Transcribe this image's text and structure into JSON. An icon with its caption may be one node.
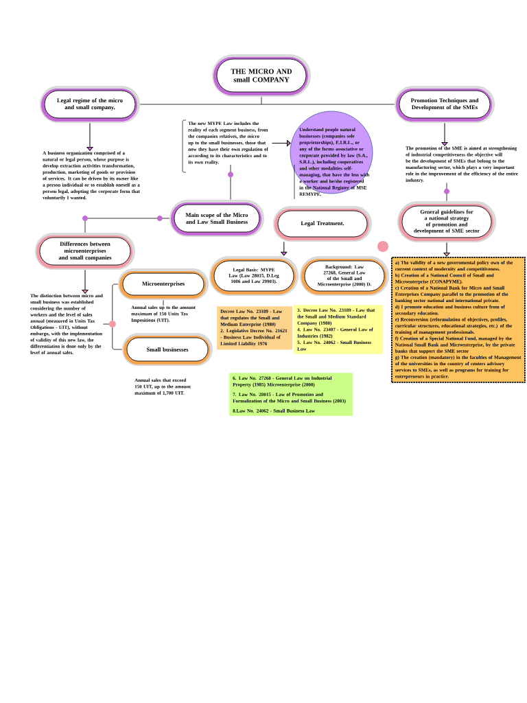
{
  "diagram": {
    "nodes": [
      {
        "text": [
          "THE MICRO AND small COMPANY"
        ]
      },
      {
        "text": [
          "Legal regime of the micro and small company."
        ]
      },
      {
        "text": [
          "Promotion Techniques and Development of the SMEs"
        ]
      },
      {
        "text": [
          "A business organization comprised of a natural or legal person, whose purpose is develop extraction activities transformation, production, marketing of goods or provision of services. It can be driven by its owner like a person individual or to establish oneself as a person legal, adopting the corporate form that voluntarily I wanted."
        ]
      },
      {
        "text": [
          "The new MYPE Law includes the reality of each segment business, from the companies relatives, the micro up to the small businesses, those that now they have their own regulation of according to its characteristics and to its own reality."
        ]
      },
      {
        "text": [
          "Understand people natural businesses (companies sole proprietorships), E.I.R.L., or any of the forms associative or corporate provided by law (S.A., S.R.L.), including cooperatives and other modalities self-managing, that have the less with a worker and he/she registered in the National Register of MSE REMYPE."
        ]
      },
      {
        "text": [
          "Main scope of the Micro and Law Small Business"
        ]
      },
      {
        "text": [
          "The promotion of the SME is aimed at strengthening of industrial competitiveness the objective will be the development of SMEs that belong to the manufacturing sector, which plays a very important role in the improvement of the efficiency of the entire industry."
        ]
      },
      {
        "text": [
          "Legal Treatment."
        ]
      },
      {
        "text": [
          "General guidelines for a national strategy of promotion and development of SME sector"
        ]
      },
      {
        "text": [
          "Differences between microenterprises and small companies"
        ]
      },
      {
        "text": [
          "Legal Basis: MYPE Law (Law 28015, D.Leg 1086 and Law 29903)."
        ]
      },
      {
        "text": [
          "Background: Law 27268, General Law of the Small and Microenterprise (2000) D."
        ]
      },
      {
        "text": [
          "Microenterprises"
        ]
      },
      {
        "text": [
          "The distinction between micro and small business was established considering the number of workers and the level of sales annual (measured in Units Tax Obligations - UIT), without embargo, with the implementation of validity of this new law, the differentiation is done only by the level of annual sales."
        ]
      },
      {
        "text": [
          "Annual sales up to the amount maximum of 150 Units Tax Impositions (UIT)."
        ]
      },
      {
        "text": [
          "Small businesses"
        ]
      },
      {
        "text": [
          "Decree Law No. 23189 - Law that regulates the Small and Medium Enterprise (1980)",
          "2. Legislative Decree No. 21621 - Business Law Individual of Limited Liability 1976"
        ]
      },
      {
        "text": [
          "3. Decree Law No. 23189 - Law that the Small and Medium Standard Company (1980)",
          "4. Law No. 23407 - General Law of Industries (1982)",
          "5. Law No. 24062 - Small Business Law"
        ]
      },
      {
        "text": [
          "6. Law No. 27268 - General Law on Industrial Property (1985) Microenterprise (2000)",
          "7. Law No. 28015 - Law of Promotion and Formalization of the Micro and Small Business (2003)",
          "8.Law No. 24062 - Small Business Law"
        ]
      },
      {
        "text": [
          "Annual sales that exceed 150 UIT, up to the amount maximum of 1,700 UIT."
        ]
      },
      {
        "text": [
          "a) The validity of a new governmental policy own of the current context of modernity and competitiveness.",
          "b) Creation of a National Council of Small and Microenterprise (CONAPYME).",
          "c) Creation of a National Bank for Micro and Small Enterprises Company parallel to the promotion of the banking sector national and international private.",
          "d) I promote education and business culture from of secondary education.",
          "e) Reconversion (reformulation of objectives, profiles, curricular structures, educational strategies, etc.) of the training of management professionals.",
          "f) Creation of a Special National Fund, managed by the National Small Bank and Microenterprise, by the private banks that support the SME sector",
          "g) The creation (mandatory) in the faculties of Management of the universities in the country of centers advisory services to SMEs, as well as programs for training for entrepreneurs in practice."
        ]
      }
    ],
    "edges": [
      {
        "from": 0,
        "to": 1,
        "arrow": "none"
      },
      {
        "from": 0,
        "to": 2,
        "arrow": "none"
      },
      {
        "from": 1,
        "to": 3,
        "arrow": "to"
      },
      {
        "from": 2,
        "to": 7,
        "arrow": "to"
      },
      {
        "from": 4,
        "to": 5,
        "arrow": "to"
      },
      {
        "from": 4,
        "to": 6,
        "arrow": "none"
      },
      {
        "from": 6,
        "to": 10,
        "arrow": "none"
      },
      {
        "from": 7,
        "to": 9,
        "arrow": "none"
      },
      {
        "from": 8,
        "to": 11,
        "arrow": "to"
      },
      {
        "from": 9,
        "to": 21,
        "arrow": "to"
      },
      {
        "from": 10,
        "to": 14,
        "arrow": "to"
      },
      {
        "from": 14,
        "to": 13,
        "arrow": "none"
      },
      {
        "from": 14,
        "to": 16,
        "arrow": "none"
      },
      {
        "from": 13,
        "to": 15,
        "arrow": "none"
      }
    ]
  }
}
